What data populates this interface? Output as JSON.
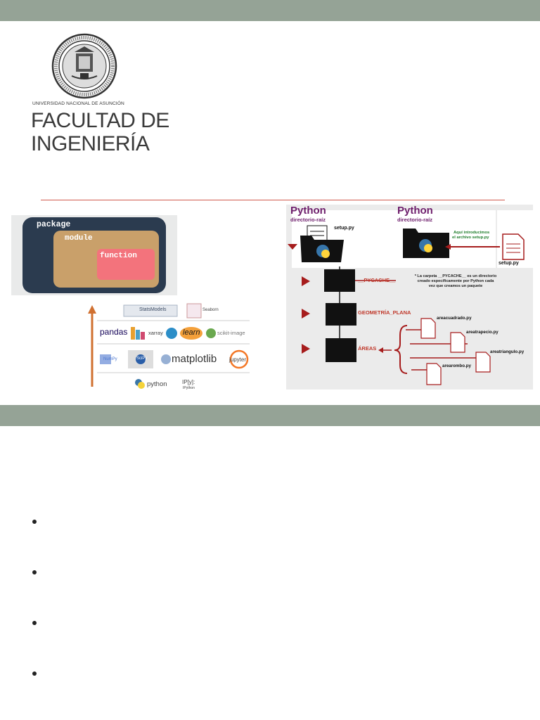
{
  "header": {
    "university_line": "UNIVERSIDAD NACIONAL DE ASUNCIÓN",
    "faculty_line1": "FACULTAD DE",
    "faculty_line2": "INGENIERÍA",
    "seal_ring_text": "UNIVERSIDAD NACIONAL DE ASUNCIÓN • FACULTAD DE INGENIERÍA"
  },
  "package_diagram": {
    "package_label": "package",
    "module_label": "module",
    "function_label": "function"
  },
  "ecosystem": {
    "row1": [
      "StatsModels",
      "Seaborn"
    ],
    "row2": [
      "pandas",
      "xarray",
      "learn",
      "scikit-image"
    ],
    "row3": [
      "NumPy",
      "SciPy",
      "matplotlib",
      "jupyter"
    ],
    "row4": [
      "python",
      "IP[y]:",
      "IPython"
    ]
  },
  "python_diagram": {
    "title_left": "Python",
    "subtitle_left": "directorio-raíz",
    "title_right": "Python",
    "subtitle_right": "directorio-raíz",
    "setup_left": "setup.py",
    "setup_right": "setup.py",
    "green_note_line1": "Aquí introducimos",
    "green_note_line2": "el archivo setup.py",
    "pycache_label": "__PYCACHE__",
    "pycache_note_line1": "* La carpeta __PYCACHE__ es un directorio",
    "pycache_note_line2": "creado específicamente por Python cada",
    "pycache_note_line3": "vez que creamos un paquete",
    "geometria_label": "GEOMETRÍA_PLANA",
    "areas_label": "ÁREAS",
    "files": [
      "areacuadrado.py",
      "areatrapecio.py",
      "areatriangulo.py",
      "arearombo.py"
    ]
  },
  "colors": {
    "band": "#95a396",
    "accent_red": "#c0392b",
    "python_purple": "#6e1e6c",
    "package_navy": "#2b3b4f",
    "module_tan": "#c9a06a",
    "function_pink": "#f3737c"
  },
  "bullets_count": 4
}
